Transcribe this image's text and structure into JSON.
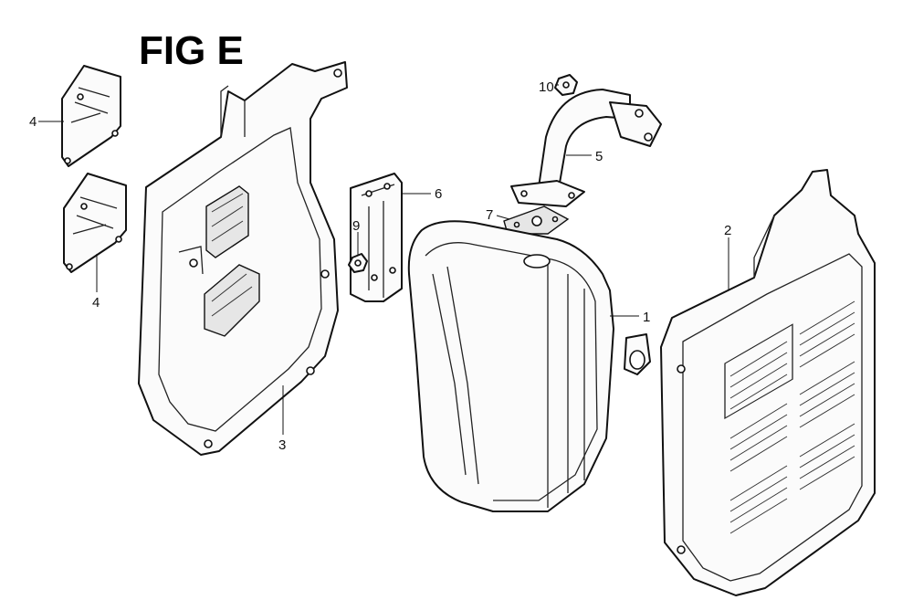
{
  "figure": {
    "title": "FIG E"
  },
  "callouts": [
    {
      "id": "c1",
      "label": "1"
    },
    {
      "id": "c2",
      "label": "2"
    },
    {
      "id": "c3",
      "label": "3"
    },
    {
      "id": "c4a",
      "label": "4"
    },
    {
      "id": "c4b",
      "label": "4"
    },
    {
      "id": "c5",
      "label": "5"
    },
    {
      "id": "c6",
      "label": "6"
    },
    {
      "id": "c7",
      "label": "7"
    },
    {
      "id": "c9",
      "label": "9"
    },
    {
      "id": "c10",
      "label": "10"
    }
  ]
}
